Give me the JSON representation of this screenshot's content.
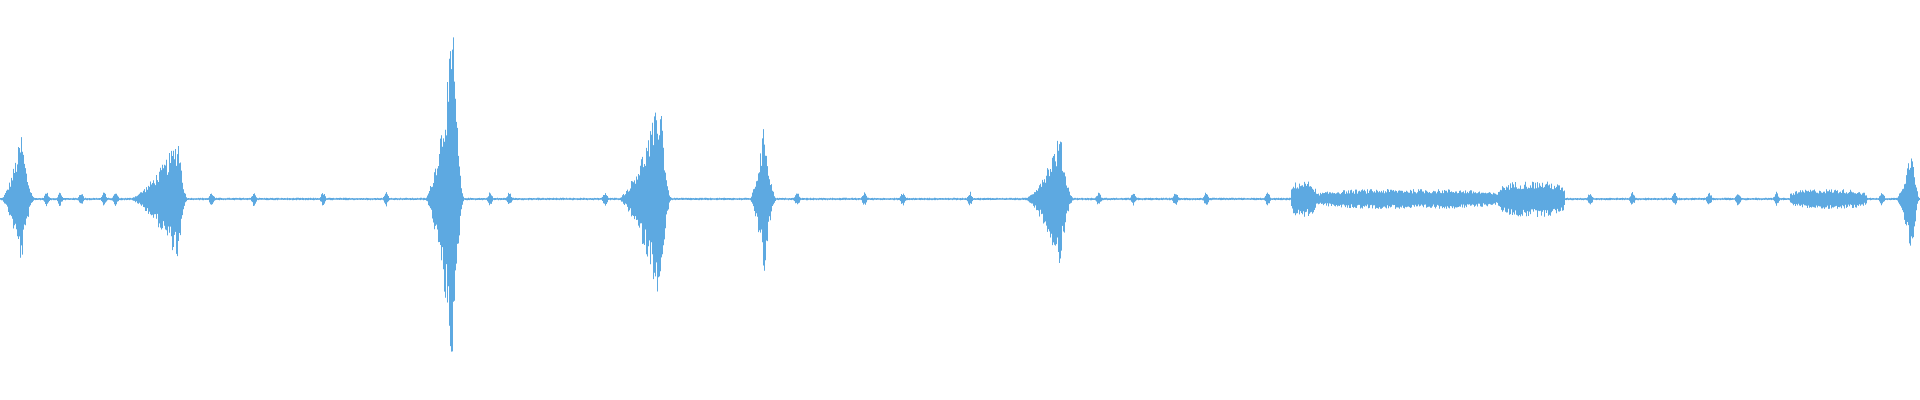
{
  "waveform": {
    "color": "#5DA9E1",
    "background": "#FFFFFF",
    "baseline_level": 0.012,
    "bursts": [
      {
        "start": 0.0,
        "peak": 0.011,
        "end": 0.019,
        "amp": 0.17
      },
      {
        "start": 0.066,
        "peak": 0.093,
        "end": 0.098,
        "amp": 0.16
      },
      {
        "start": 0.221,
        "peak": 0.236,
        "end": 0.242,
        "amp": 0.45
      },
      {
        "start": 0.321,
        "peak": 0.344,
        "end": 0.35,
        "amp": 0.27
      },
      {
        "start": 0.39,
        "peak": 0.398,
        "end": 0.405,
        "amp": 0.2
      },
      {
        "start": 0.533,
        "peak": 0.552,
        "end": 0.56,
        "amp": 0.17
      },
      {
        "start": 0.987,
        "peak": 0.996,
        "end": 1.0,
        "amp": 0.16
      }
    ],
    "low_segments": [
      {
        "start": 0.672,
        "end": 0.685,
        "amp": 0.045
      },
      {
        "start": 0.685,
        "end": 0.78,
        "amp": 0.025
      },
      {
        "start": 0.78,
        "end": 0.815,
        "amp": 0.045
      },
      {
        "start": 0.932,
        "end": 0.972,
        "amp": 0.025
      }
    ],
    "blips": [
      0.024,
      0.031,
      0.042,
      0.054,
      0.06,
      0.11,
      0.132,
      0.168,
      0.201,
      0.255,
      0.265,
      0.315,
      0.415,
      0.45,
      0.47,
      0.505,
      0.572,
      0.59,
      0.612,
      0.628,
      0.66,
      0.828,
      0.85,
      0.872,
      0.89,
      0.905,
      0.925,
      0.98
    ]
  }
}
